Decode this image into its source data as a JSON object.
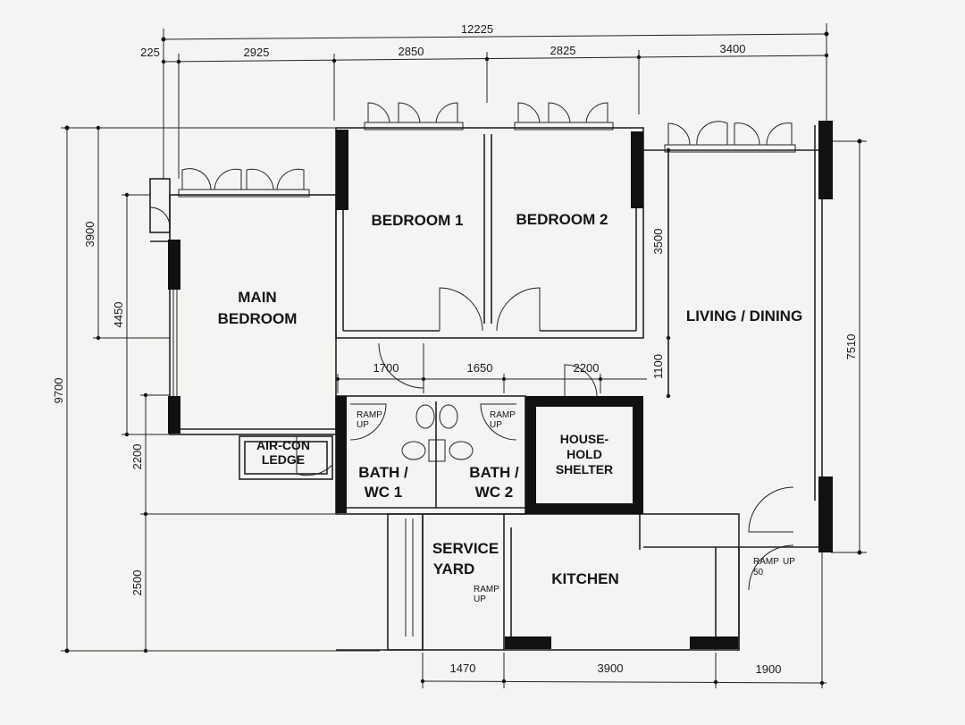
{
  "dimensions": {
    "overall_width": "12225",
    "top_segments": [
      "225",
      "2925",
      "2850",
      "2825",
      "3400"
    ],
    "overall_height": "9700",
    "left_segments": [
      "3900",
      "4450",
      "2200",
      "2500"
    ],
    "bedroom_height": "3500",
    "corridor_height": "1100",
    "living_height": "7510",
    "inner_segments": [
      "1700",
      "1650",
      "2200"
    ],
    "bottom_segments": [
      "1470",
      "3900",
      "1900"
    ]
  },
  "rooms": {
    "main_bedroom": [
      "MAIN",
      "BEDROOM"
    ],
    "bedroom_1": "BEDROOM 1",
    "bedroom_2": "BEDROOM 2",
    "living_dining": "LIVING / DINING",
    "bath_wc_1": [
      "BATH /",
      "WC 1"
    ],
    "bath_wc_2": [
      "BATH /",
      "WC 2"
    ],
    "household_shelter": [
      "HOUSE-",
      "HOLD",
      "SHELTER"
    ],
    "aircon_ledge": [
      "AIR-CON",
      "LEDGE"
    ],
    "service_yard": [
      "SERVICE",
      "YARD"
    ],
    "kitchen": "KITCHEN"
  },
  "annotations": {
    "ramp_up": [
      "RAMP",
      "UP"
    ],
    "ramp_up_50": [
      "RAMP",
      "50",
      "UP"
    ]
  }
}
